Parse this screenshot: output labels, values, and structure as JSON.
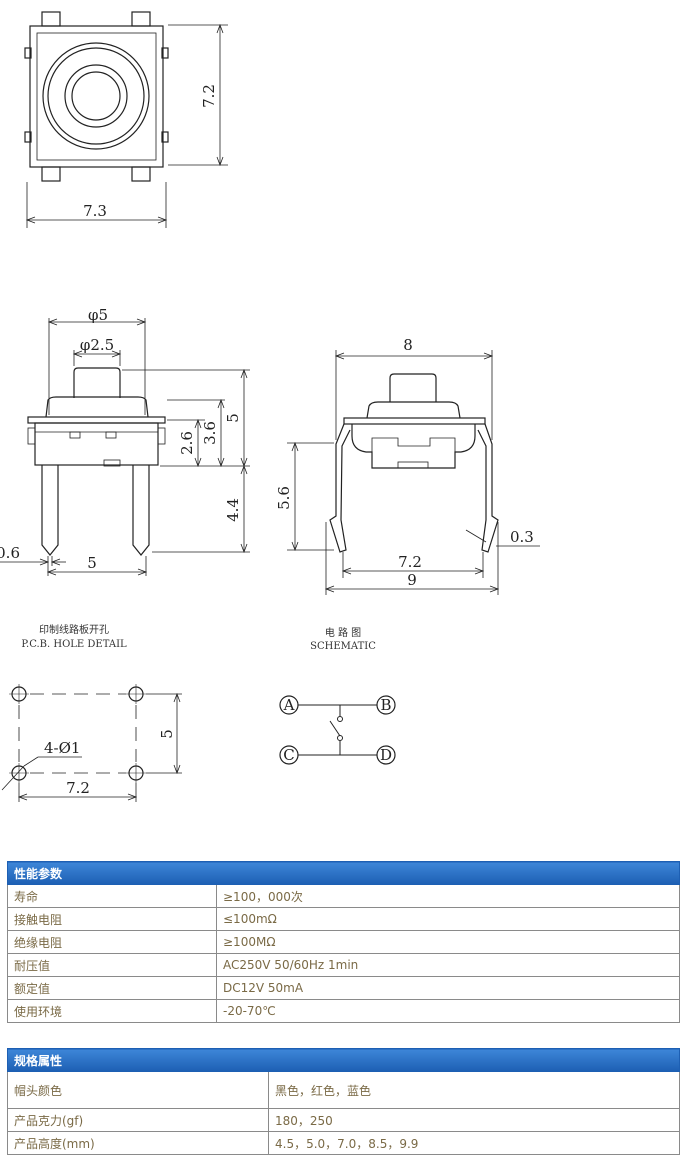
{
  "drawing": {
    "top_view": {
      "width": "7.3",
      "height": "7.2"
    },
    "side_view": {
      "cap_diameter": "φ5",
      "stem_diameter": "φ2.5",
      "h_2_6": "2.6",
      "h_3_6": "3.6",
      "h_5": "5",
      "h_4_4": "4.4",
      "pin_width": "0.6",
      "pin_pitch": "5"
    },
    "front_view": {
      "body_width": "8",
      "lead_height": "5.6",
      "lead_thickness": "0.3",
      "lead_pitch": "7.2",
      "lead_span": "9"
    },
    "pcb": {
      "title_cn": "印制线路板开孔",
      "title_en": "P.C.B.  HOLE DETAIL",
      "holes": "4-Ø1",
      "pitch_x": "7.2",
      "pitch_y": "5"
    },
    "schematic": {
      "title_cn": "电 路 图",
      "title_en": "SCHEMATIC",
      "terminals": [
        "A",
        "B",
        "C",
        "D"
      ]
    }
  },
  "performance": {
    "header": "性能参数",
    "rows": [
      {
        "label": "寿命",
        "value": "≥100，000次"
      },
      {
        "label": "接触电阻",
        "value": "≤100mΩ"
      },
      {
        "label": "绝缘电阻",
        "value": "≥100MΩ"
      },
      {
        "label": "耐压值",
        "value": "AC250V 50/60Hz 1min"
      },
      {
        "label": "额定值",
        "value": "DC12V 50mA"
      },
      {
        "label": "使用环境",
        "value": "-20-70℃"
      }
    ]
  },
  "specs": {
    "header": "规格属性",
    "rows": [
      {
        "label": "帽头颜色",
        "value": "黑色，红色，蓝色"
      },
      {
        "label": "产品克力(gf)",
        "value": "180，250"
      },
      {
        "label": "产品高度(mm)",
        "value": "4.5，5.0，7.0，8.5，9.9"
      }
    ]
  }
}
